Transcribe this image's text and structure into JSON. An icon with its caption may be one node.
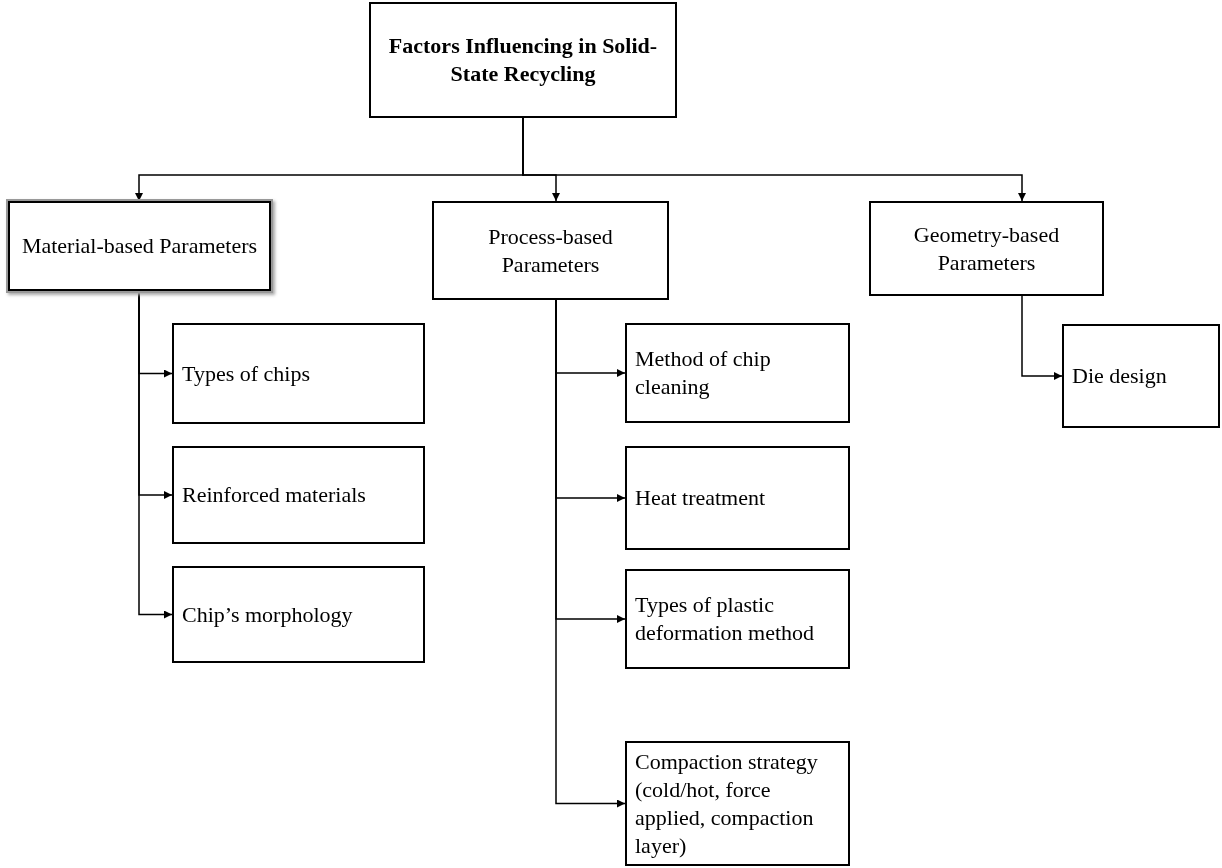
{
  "diagram": {
    "nodes": [
      {
        "text": [
          "Factors Influencing in Solid-State Recycling"
        ]
      },
      {
        "text": [
          "Material-based Parameters"
        ]
      },
      {
        "text": [
          "Process-based Parameters"
        ]
      },
      {
        "text": [
          "Geometry-based Parameters"
        ]
      },
      {
        "text": [
          "Types of chips"
        ]
      },
      {
        "text": [
          "Reinforced materials"
        ]
      },
      {
        "text": [
          "Chip’s morphology"
        ]
      },
      {
        "text": [
          "Method of chip cleaning"
        ]
      },
      {
        "text": [
          "Heat treatment"
        ]
      },
      {
        "text": [
          "Types of plastic deformation method"
        ]
      },
      {
        "text": [
          "Compaction strategy (cold/hot, force applied, compaction layer)"
        ]
      },
      {
        "text": [
          "Die design"
        ]
      }
    ],
    "edges": [
      {
        "from": 0,
        "to": 1,
        "arrow": "to"
      },
      {
        "from": 0,
        "to": 2,
        "arrow": "to"
      },
      {
        "from": 0,
        "to": 3,
        "arrow": "to"
      },
      {
        "from": 1,
        "to": 4,
        "arrow": "to"
      },
      {
        "from": 1,
        "to": 5,
        "arrow": "to"
      },
      {
        "from": 1,
        "to": 6,
        "arrow": "to"
      },
      {
        "from": 2,
        "to": 7,
        "arrow": "to"
      },
      {
        "from": 2,
        "to": 8,
        "arrow": "to"
      },
      {
        "from": 2,
        "to": 9,
        "arrow": "to"
      },
      {
        "from": 2,
        "to": 10,
        "arrow": "to"
      },
      {
        "from": 3,
        "to": 11,
        "arrow": "to"
      }
    ]
  }
}
